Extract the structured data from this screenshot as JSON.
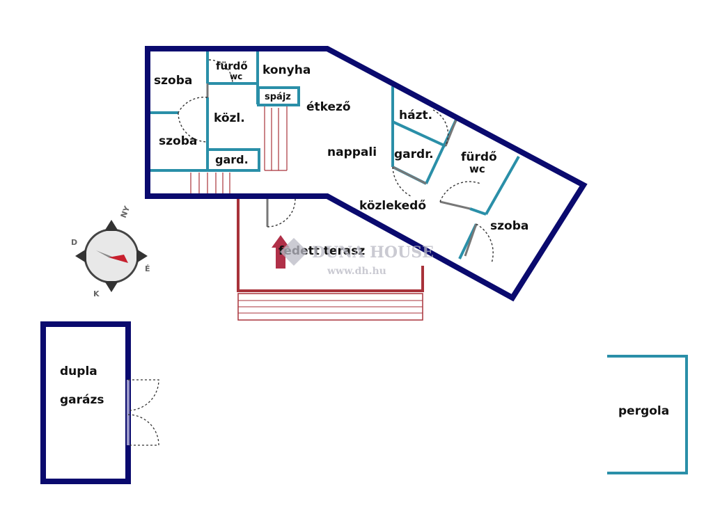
{
  "rooms": {
    "szoba_1": "szoba",
    "furdo_wc_1_a": "fürdő",
    "furdo_wc_1_b": "wc",
    "konyha": "konyha",
    "spajz": "spájz",
    "kozl": "közl.",
    "szoba_2": "szoba",
    "gard": "gard.",
    "etkezo": "étkező",
    "nappali": "nappali",
    "hazt": "házt.",
    "gardr": "gardr.",
    "furdo_wc_2_a": "fürdő",
    "furdo_wc_2_b": "wc",
    "kozlekedo": "közlekedő",
    "szoba_3": "szoba",
    "fedett_terasz": "fedett terasz",
    "dupla": "dupla",
    "garazs": "garázs",
    "pergola": "pergola"
  },
  "watermark": {
    "brand": "DUNA HOUSE",
    "url": "www.dh.hu"
  },
  "compass": {
    "north": "NY",
    "east": "É",
    "south": "K",
    "west": "D"
  },
  "colors": {
    "outer_wall": "#0a0a6e",
    "inner_wall": "#2a8fa8",
    "terrace": "#a8323a",
    "door_arc": "#333333"
  }
}
